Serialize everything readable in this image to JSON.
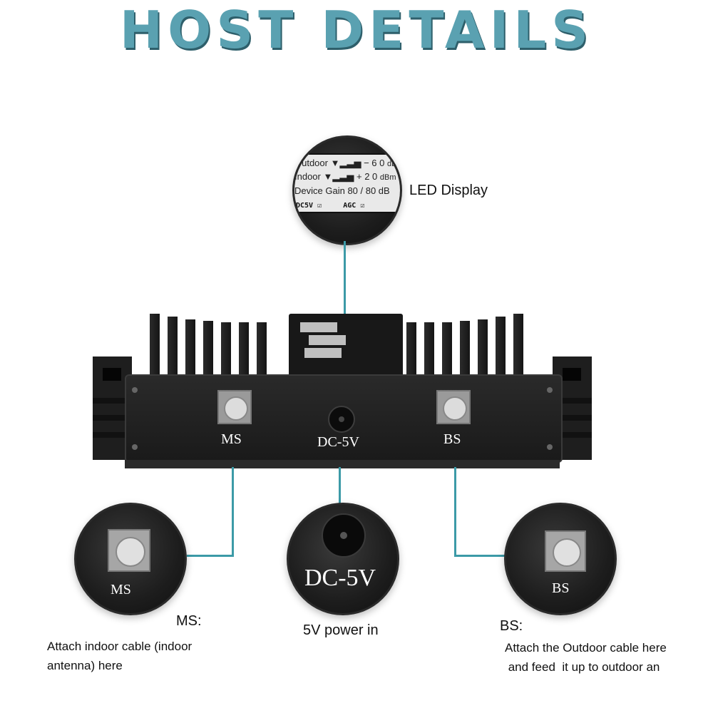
{
  "title": "HOST DETAILS",
  "led": {
    "callout": "LED Display",
    "outdoor_label": "Outdoor",
    "outdoor_value": "− 6 0",
    "outdoor_unit": "dBm",
    "indoor_label": "Indoor",
    "indoor_value": "+ 2 0",
    "indoor_unit": "dBm",
    "gain_label": "Device  Gain",
    "gain_value": "80 / 80 dB",
    "dc_label": "DC5V ☑",
    "agc_label": "AGC ☑"
  },
  "device": {
    "ms_label": "MS",
    "dc_label": "DC-5V",
    "bs_label": "BS"
  },
  "ms": {
    "zoom_label": "MS",
    "heading": "MS:",
    "desc_line1": "Attach indoor cable (indoor",
    "desc_line2": "antenna) here"
  },
  "dc": {
    "zoom_label": "DC-5V",
    "heading": "5V power in"
  },
  "bs": {
    "zoom_label": "BS",
    "heading": "BS:",
    "desc_line1": "Attach the Outdoor cable here",
    "desc_line2": " and feed  it up to outdoor an"
  },
  "colors": {
    "title": "#5aa1b1",
    "connector_line": "#3c9aa7",
    "device_body": "#1c1c1c"
  }
}
